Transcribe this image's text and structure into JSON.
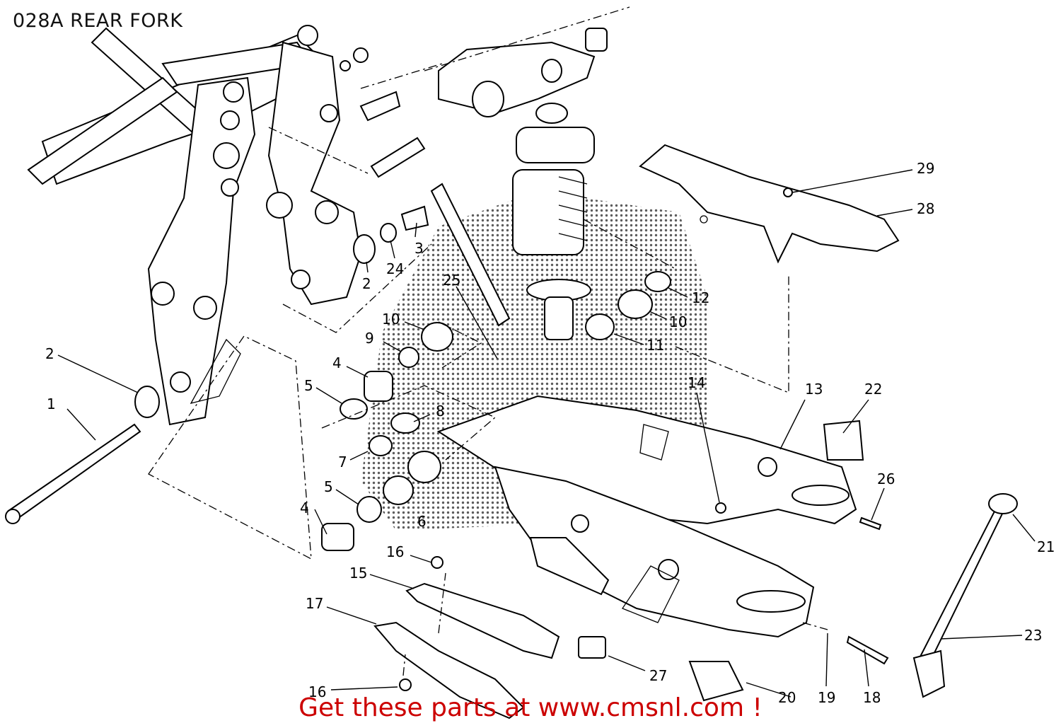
{
  "diagram": {
    "title": "028A REAR FORK",
    "footer": "Get these parts at www.cmsnl.com !",
    "halftone_color": "#333333",
    "footer_color": "#cc0000",
    "callouts": [
      {
        "id": "c1",
        "label": "1"
      },
      {
        "id": "c2a",
        "label": "2"
      },
      {
        "id": "c2b",
        "label": "2"
      },
      {
        "id": "c3",
        "label": "3"
      },
      {
        "id": "c4a",
        "label": "4"
      },
      {
        "id": "c4b",
        "label": "4"
      },
      {
        "id": "c5a",
        "label": "5"
      },
      {
        "id": "c5b",
        "label": "5"
      },
      {
        "id": "c6",
        "label": "6"
      },
      {
        "id": "c7",
        "label": "7"
      },
      {
        "id": "c8",
        "label": "8"
      },
      {
        "id": "c9",
        "label": "9"
      },
      {
        "id": "c10a",
        "label": "10"
      },
      {
        "id": "c10b",
        "label": "10"
      },
      {
        "id": "c11",
        "label": "11"
      },
      {
        "id": "c12",
        "label": "12"
      },
      {
        "id": "c13",
        "label": "13"
      },
      {
        "id": "c14",
        "label": "14"
      },
      {
        "id": "c15",
        "label": "15"
      },
      {
        "id": "c16a",
        "label": "16"
      },
      {
        "id": "c16b",
        "label": "16"
      },
      {
        "id": "c17",
        "label": "17"
      },
      {
        "id": "c18",
        "label": "18"
      },
      {
        "id": "c19",
        "label": "19"
      },
      {
        "id": "c20",
        "label": "20"
      },
      {
        "id": "c21",
        "label": "21"
      },
      {
        "id": "c22",
        "label": "22"
      },
      {
        "id": "c23",
        "label": "23"
      },
      {
        "id": "c24",
        "label": "24"
      },
      {
        "id": "c25",
        "label": "25"
      },
      {
        "id": "c26",
        "label": "26"
      },
      {
        "id": "c27",
        "label": "27"
      },
      {
        "id": "c28",
        "label": "28"
      },
      {
        "id": "c29",
        "label": "29"
      }
    ]
  }
}
